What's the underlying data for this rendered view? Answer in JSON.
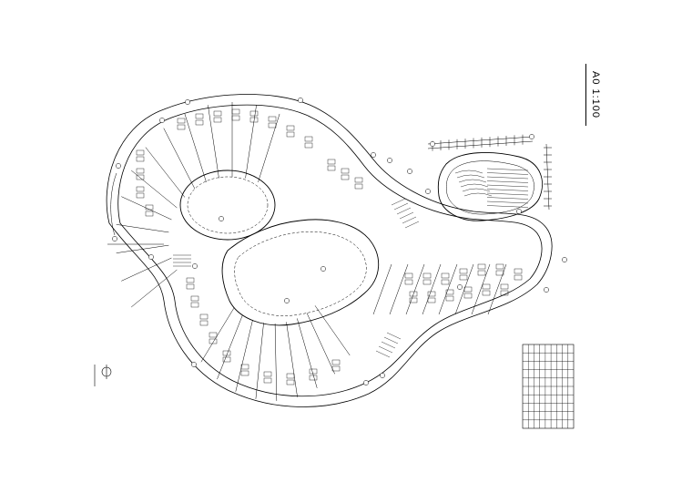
{
  "sheet": {
    "scale_text": "A0 1:100"
  },
  "legend": {
    "columns": 9,
    "rows": 10
  },
  "colors": {
    "line": "#000000",
    "background": "#ffffff"
  }
}
